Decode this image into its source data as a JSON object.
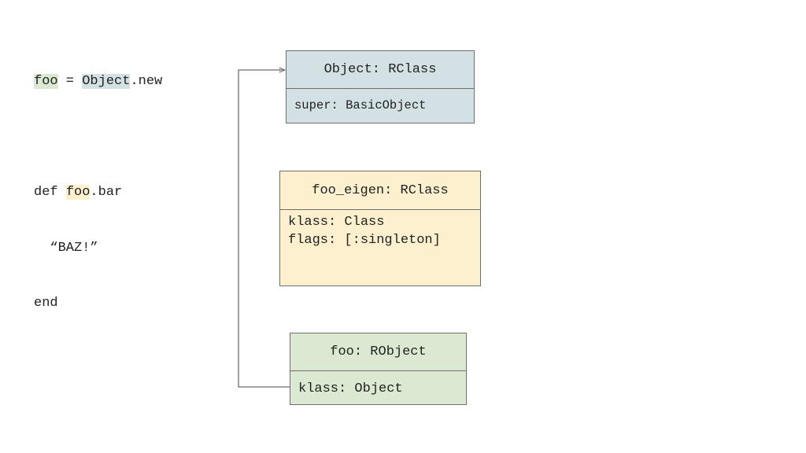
{
  "code": {
    "line1": {
      "foo": "foo",
      "eq": " = ",
      "object": "Object",
      "new": ".new"
    },
    "line3": {
      "def": "def ",
      "foo": "foo",
      "bar": ".bar"
    },
    "line4": "  “BAZ!”",
    "line5": "end"
  },
  "boxes": {
    "object": {
      "title": "Object: RClass",
      "body": "super: BasicObject"
    },
    "eigen": {
      "title": "foo_eigen: RClass",
      "body": "klass: Class\nflags: [:singleton]"
    },
    "foo": {
      "title": "foo: RObject",
      "body": "klass: Object"
    }
  },
  "colors": {
    "green": "#dbe9d3",
    "blue": "#d3e0e4",
    "yellow": "#fdf0cf",
    "border": "#6e6e6e"
  }
}
